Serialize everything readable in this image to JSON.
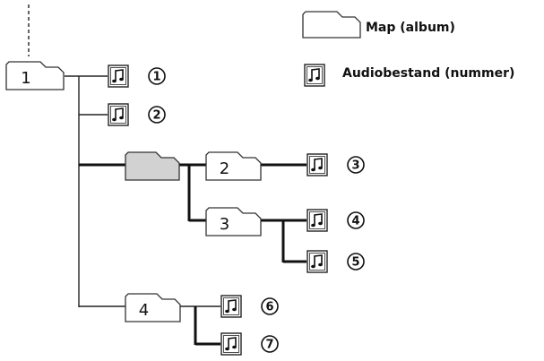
{
  "legend": {
    "folder_label": "Map (album)",
    "file_label": "Audiobestand (nummer)"
  },
  "icons": {
    "folder": "folder-icon",
    "file": "music-file-icon"
  },
  "colors": {
    "folder_fill": "#ffffff",
    "highlighted_folder_fill": "#d2d2d2",
    "line": "#111111"
  },
  "folders": [
    {
      "id": "f1",
      "label": "1"
    },
    {
      "id": "fh",
      "label": ""
    },
    {
      "id": "f2",
      "label": "2"
    },
    {
      "id": "f3",
      "label": "3"
    },
    {
      "id": "f4",
      "label": "4"
    }
  ],
  "tracks": [
    {
      "id": "t1",
      "number": "1",
      "folder": "f1"
    },
    {
      "id": "t2",
      "number": "2",
      "folder": "f1"
    },
    {
      "id": "t3",
      "number": "3",
      "folder": "f2"
    },
    {
      "id": "t4",
      "number": "4",
      "folder": "f3"
    },
    {
      "id": "t5",
      "number": "5",
      "folder": "f3"
    },
    {
      "id": "t6",
      "number": "6",
      "folder": "f4"
    },
    {
      "id": "t7",
      "number": "7",
      "folder": "f4"
    }
  ]
}
